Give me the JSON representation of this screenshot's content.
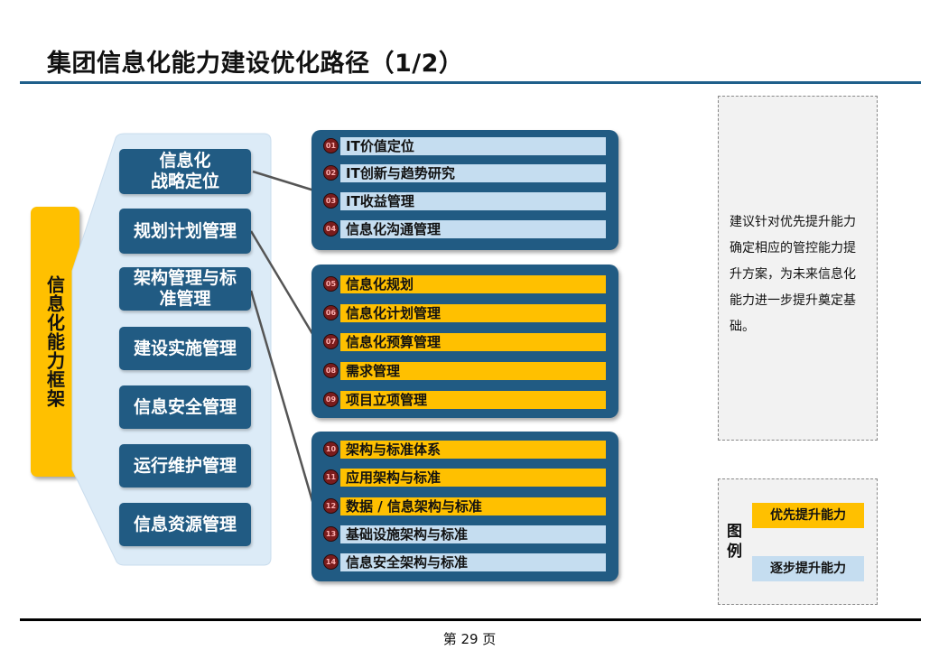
{
  "title": "集团信息化能力建设优化路径（1/2）",
  "framework_label": "信息化能力框架",
  "left_items": [
    {
      "label": "信息化\n战略定位"
    },
    {
      "label": "规划计划管理"
    },
    {
      "label": "架构管理与标\n准管理"
    },
    {
      "label": "建设实施管理"
    },
    {
      "label": "信息安全管理"
    },
    {
      "label": "运行维护管理"
    },
    {
      "label": "信息资源管理"
    }
  ],
  "groups": [
    {
      "items": [
        {
          "num": "01",
          "label": "IT价值定位",
          "level": "gradual"
        },
        {
          "num": "02",
          "label": "IT创新与趋势研究",
          "level": "gradual"
        },
        {
          "num": "03",
          "label": "IT收益管理",
          "level": "gradual"
        },
        {
          "num": "04",
          "label": "信息化沟通管理",
          "level": "gradual"
        }
      ]
    },
    {
      "items": [
        {
          "num": "05",
          "label": "信息化规划",
          "level": "priority"
        },
        {
          "num": "06",
          "label": "信息化计划管理",
          "level": "priority"
        },
        {
          "num": "07",
          "label": "信息化预算管理",
          "level": "priority"
        },
        {
          "num": "08",
          "label": "需求管理",
          "level": "priority"
        },
        {
          "num": "09",
          "label": "项目立项管理",
          "level": "priority"
        }
      ]
    },
    {
      "items": [
        {
          "num": "10",
          "label": "架构与标准体系",
          "level": "priority"
        },
        {
          "num": "11",
          "label": "应用架构与标准",
          "level": "priority"
        },
        {
          "num": "12",
          "label": "数据 / 信息架构与标准",
          "level": "priority"
        },
        {
          "num": "13",
          "label": "基础设施架构与标准",
          "level": "gradual"
        },
        {
          "num": "14",
          "label": "信息安全架构与标准",
          "level": "gradual"
        }
      ]
    }
  ],
  "note": "建议针对优先提升能力确定相应的管控能力提升方案，为未来信息化能力进一步提升奠定基础。",
  "legend": {
    "title": "图例",
    "priority_label": "优先提升能力",
    "gradual_label": "逐步提升能力"
  },
  "colors": {
    "priority": "#ffc000",
    "gradual": "#c5ddf0",
    "dark_blue": "#215b83"
  },
  "page": "第 29 页"
}
